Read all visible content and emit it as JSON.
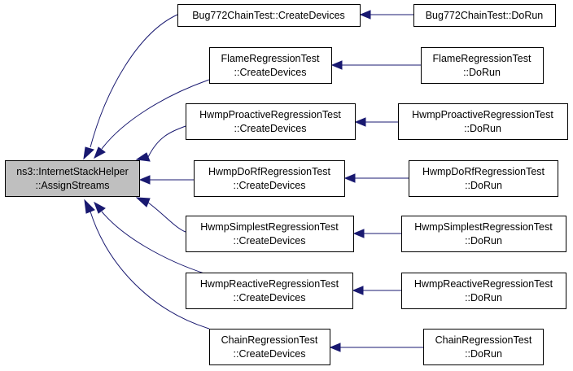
{
  "root": {
    "line1": "ns3::InternetStackHelper",
    "line2": "::AssignStreams"
  },
  "callers": [
    {
      "line1": "Bug772ChainTest::CreateDevices",
      "line2": ""
    },
    {
      "line1": "FlameRegressionTest",
      "line2": "::CreateDevices"
    },
    {
      "line1": "HwmpProactiveRegressionTest",
      "line2": "::CreateDevices"
    },
    {
      "line1": "HwmpDoRfRegressionTest",
      "line2": "::CreateDevices"
    },
    {
      "line1": "HwmpSimplestRegressionTest",
      "line2": "::CreateDevices"
    },
    {
      "line1": "HwmpReactiveRegressionTest",
      "line2": "::CreateDevices"
    },
    {
      "line1": "ChainRegressionTest",
      "line2": "::CreateDevices"
    }
  ],
  "runners": [
    {
      "line1": "Bug772ChainTest::DoRun",
      "line2": ""
    },
    {
      "line1": "FlameRegressionTest",
      "line2": "::DoRun"
    },
    {
      "line1": "HwmpProactiveRegressionTest",
      "line2": "::DoRun"
    },
    {
      "line1": "HwmpDoRfRegressionTest",
      "line2": "::DoRun"
    },
    {
      "line1": "HwmpSimplestRegressionTest",
      "line2": "::DoRun"
    },
    {
      "line1": "HwmpReactiveRegressionTest",
      "line2": "::DoRun"
    },
    {
      "line1": "ChainRegressionTest",
      "line2": "::DoRun"
    }
  ],
  "colors": {
    "edge": "#191970",
    "root_fill": "#bfbfbf",
    "node_fill": "#ffffff",
    "border": "#000000"
  }
}
